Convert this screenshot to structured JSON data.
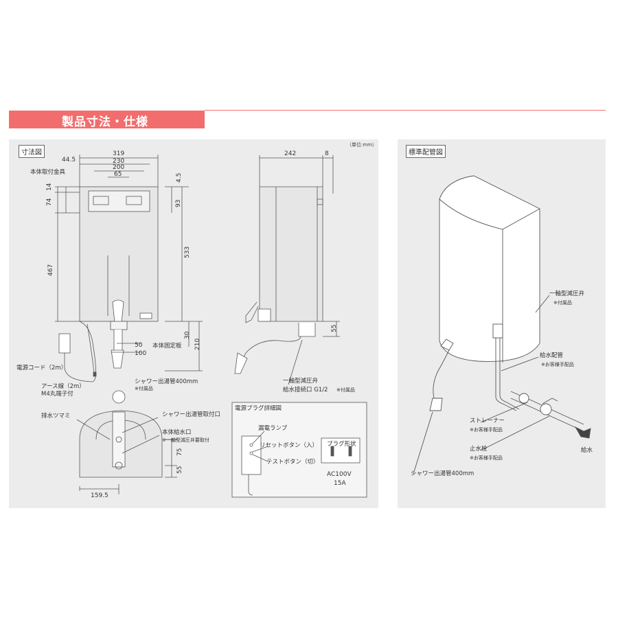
{
  "header": {
    "title": "製品寸法・仕様"
  },
  "unit_note": "（単位:mm）",
  "left_panel": {
    "tag": "寸法図",
    "front_dims": {
      "w319": "319",
      "w230": "230",
      "w200": "200",
      "w65": "65",
      "w44": "44.5",
      "h14": "14",
      "h74": "74",
      "h467": "467",
      "h533": "533",
      "h93": "93",
      "h4_5": "4.5",
      "d50": "50",
      "d100": "100",
      "d30": "30",
      "d210": "210"
    },
    "front_labels": {
      "mount_bracket": "本体取付金具",
      "fixing_plate": "本体固定板",
      "cord": "電源コード（2m）",
      "earth": "アース線（2m）",
      "terminal": "M4丸端子付",
      "shower_pipe": "シャワー出湯管400mm",
      "shower_note": "※付属品"
    },
    "side_dims": {
      "w242": "242",
      "w8": "8",
      "h55": "55"
    },
    "side_labels": {
      "valve": "一軸型減圧弁",
      "inlet": "給水接続口 G1/2",
      "inlet_note": "※付属品"
    },
    "bottom_labels": {
      "drain": "排水ツマミ",
      "shower_mount": "シャワー出湯管取付口",
      "water_inlet": "本体給水口",
      "water_inlet_note": "※一軸型減圧弁要取付",
      "d75": "75",
      "d55": "55",
      "d159": "159.5"
    },
    "plug_box": {
      "title": "電源プラグ詳細図",
      "leak_lamp": "漏電ランプ",
      "reset": "リセットボタン（入）",
      "test": "テストボタン（切）",
      "shape_title": "プラグ形状",
      "voltage": "AC100V",
      "ampere": "15A"
    }
  },
  "right_panel": {
    "tag": "標準配管図",
    "labels": {
      "valve": "一軸型減圧弁",
      "valve_note": "※付属品",
      "supply_pipe": "給水配管",
      "supply_note": "※お客様手配品",
      "strainer": "ストレーナー",
      "strainer_note": "※お客様手配品",
      "stopcock": "止水栓",
      "stopcock_note": "※お客様手配品",
      "water_in": "給水",
      "shower_pipe": "シャワー出湯管400mm"
    }
  },
  "colors": {
    "accent": "#f26d6d",
    "panel": "#ececec"
  }
}
